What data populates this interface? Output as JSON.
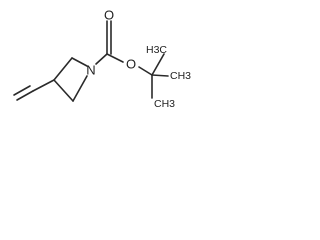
{
  "structure": {
    "atoms": {
      "nitrogen": "N",
      "carbonyl_oxygen": "O",
      "ester_oxygen": "O",
      "methyl_left": "H3C",
      "methyl_right": "CH3",
      "methyl_bottom": "CH3"
    },
    "colors": {
      "bond": "#2a2a2a",
      "label": "#1f1f1f",
      "background": "#ffffff"
    }
  }
}
